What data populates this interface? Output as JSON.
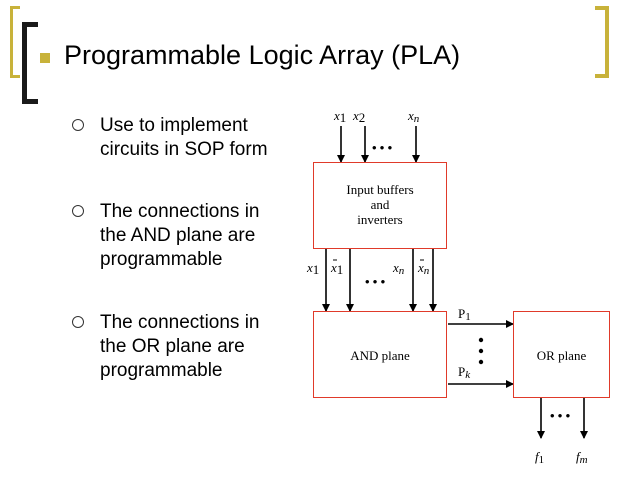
{
  "title": "Programmable Logic Array (PLA)",
  "bullets": [
    "Use to implement\ncircuits in SOP form",
    "The connections in\nthe AND plane are\nprogrammable",
    "The connections in\nthe OR plane are\nprogrammable"
  ],
  "diagram": {
    "input_buffers_label": "Input buffers\nand\ninverters",
    "and_plane_label": "AND plane",
    "or_plane_label": "OR plane",
    "top_inputs": {
      "x": "x",
      "sub1": "1",
      "sub2": "2",
      "subn": "n"
    },
    "mid_signals": {
      "x": "x",
      "sub1": "1",
      "subn": "n"
    },
    "products": {
      "p": "P",
      "sub1": "1",
      "subk": "k"
    },
    "outputs": {
      "f": "f",
      "sub1": "1",
      "subm": "m"
    },
    "accent_color": "#e03a2a",
    "ellipsis": "• • •"
  },
  "colors": {
    "frame_dark": "#1a1a1a",
    "frame_gold": "#c8b23a"
  }
}
